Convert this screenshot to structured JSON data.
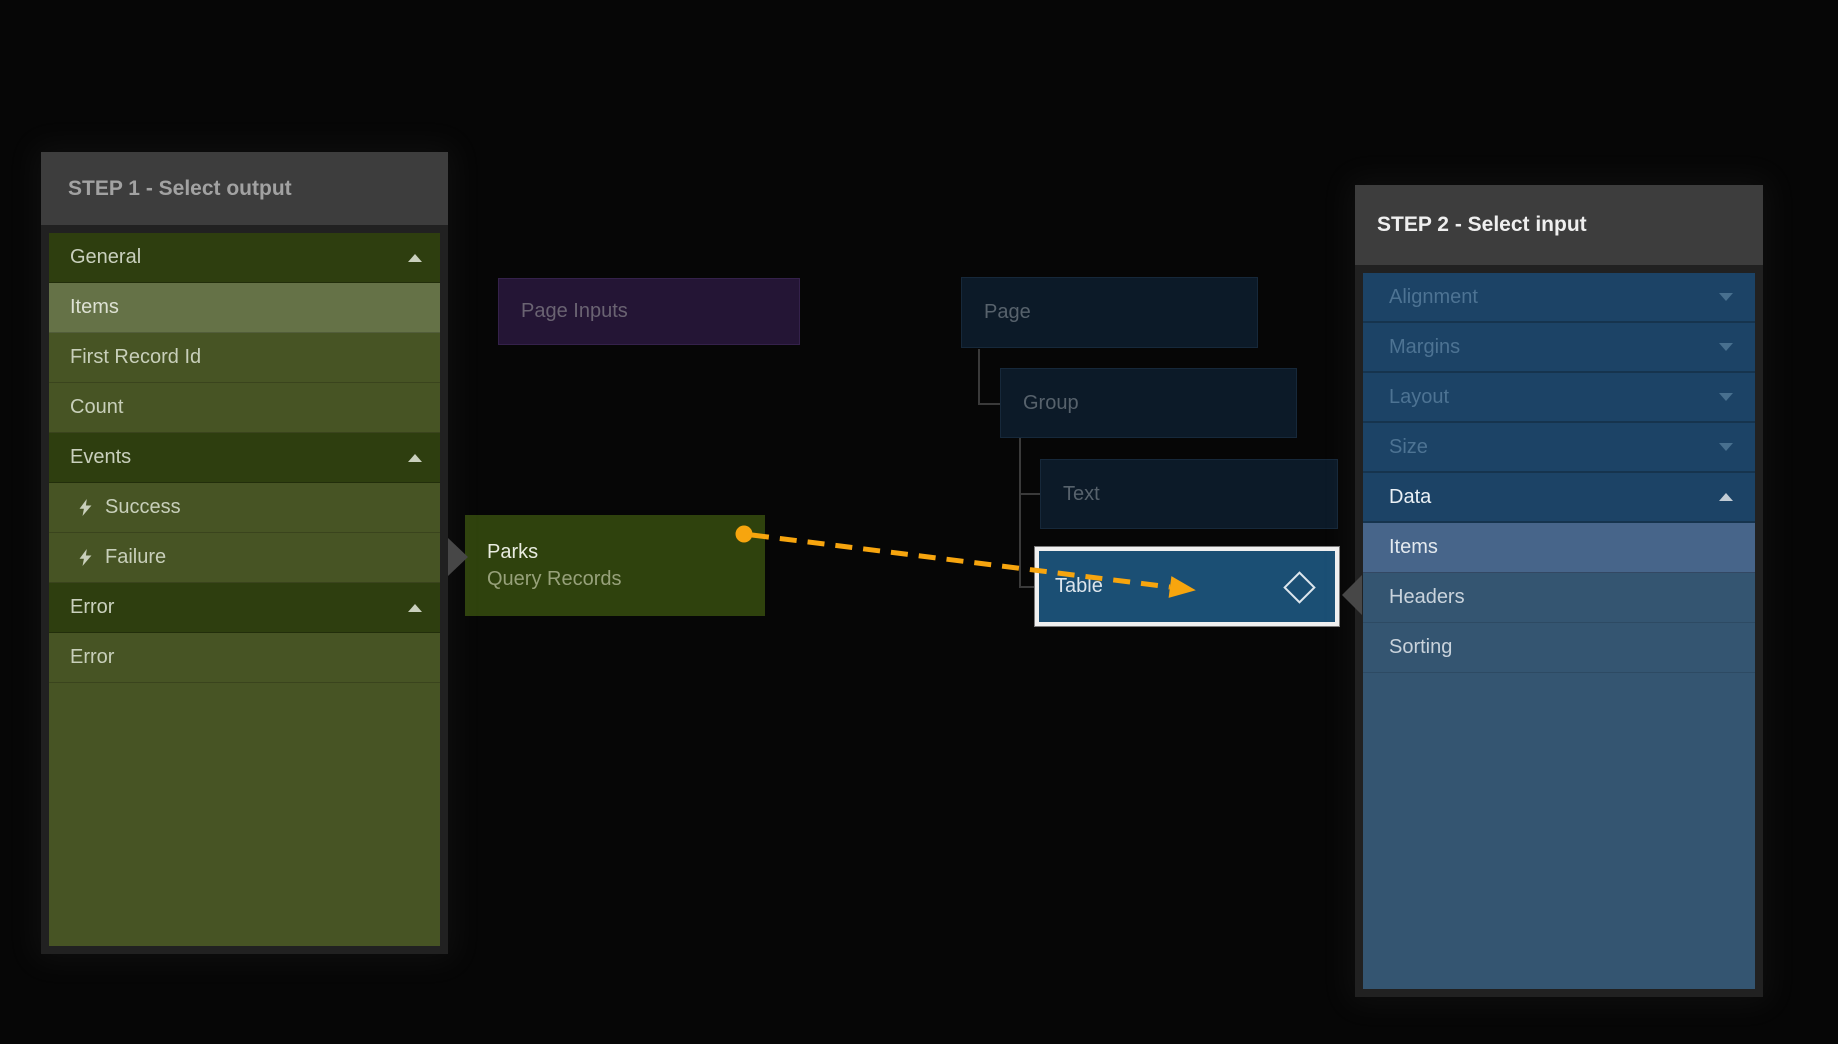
{
  "step1": {
    "title": "STEP 1 - Select output",
    "items": [
      {
        "label": "General",
        "type": "section",
        "chevron": "up"
      },
      {
        "label": "Items",
        "type": "item",
        "selected": true
      },
      {
        "label": "First Record Id",
        "type": "item"
      },
      {
        "label": "Count",
        "type": "item"
      },
      {
        "label": "Events",
        "type": "section",
        "chevron": "up"
      },
      {
        "label": "Success",
        "type": "item",
        "icon": "lightning-icon"
      },
      {
        "label": "Failure",
        "type": "item",
        "icon": "lightning-icon"
      },
      {
        "label": "Error",
        "type": "section",
        "chevron": "up"
      },
      {
        "label": "Error",
        "type": "item"
      }
    ]
  },
  "step2": {
    "title": "STEP 2 - Select input",
    "items": [
      {
        "label": "Alignment",
        "type": "section",
        "chevron": "down"
      },
      {
        "label": "Margins",
        "type": "section",
        "chevron": "down"
      },
      {
        "label": "Layout",
        "type": "section",
        "chevron": "down"
      },
      {
        "label": "Size",
        "type": "section",
        "chevron": "down"
      },
      {
        "label": "Data",
        "type": "section",
        "chevron": "up",
        "expanded": true
      },
      {
        "label": "Items",
        "type": "item",
        "selected": true
      },
      {
        "label": "Headers",
        "type": "item"
      },
      {
        "label": "Sorting",
        "type": "item"
      }
    ]
  },
  "nodes": {
    "page_inputs": {
      "label": "Page Inputs"
    },
    "page": {
      "label": "Page"
    },
    "group": {
      "label": "Group"
    },
    "text": {
      "label": "Text"
    },
    "table": {
      "label": "Table"
    },
    "parks": {
      "title": "Parks",
      "subtitle": "Query Records"
    }
  },
  "colors": {
    "accent_wire": "#f7a50e",
    "step1_selection": "#657247",
    "step2_selection": "#47658a",
    "table_highlight_border": "#f0f0f0"
  }
}
